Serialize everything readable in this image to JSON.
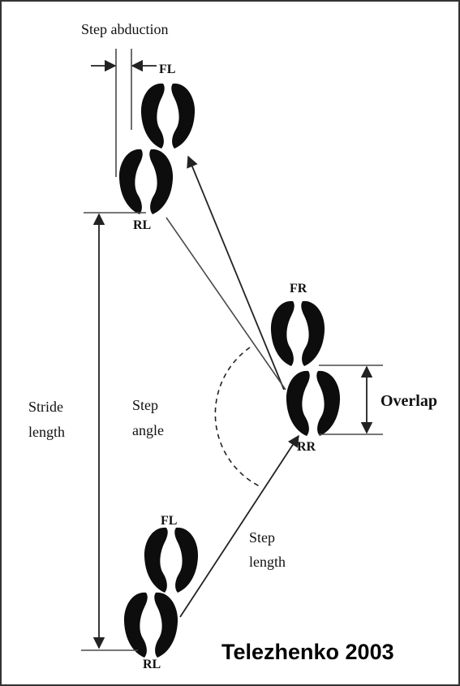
{
  "labels": {
    "step_abduction": "Step abduction",
    "fl_top": "FL",
    "rl_top": "RL",
    "fr": "FR",
    "rr": "RR",
    "fl_bottom": "FL",
    "rl_bottom": "RL",
    "overlap": "Overlap",
    "stride_line1": "Stride",
    "stride_line2": "length",
    "step_angle_line1": "Step",
    "step_angle_line2": "angle",
    "step_length_line1": "Step",
    "step_length_line2": "length",
    "citation": "Telezhenko 2003"
  },
  "colors": {
    "hoof": "#0d0d0d",
    "line": "#4a4a4a",
    "frame": "#333333"
  }
}
